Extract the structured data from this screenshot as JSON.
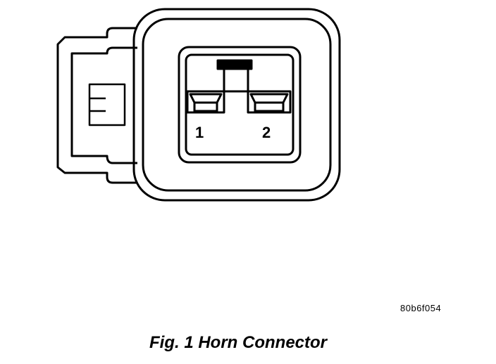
{
  "diagram": {
    "pins": [
      {
        "label": "1"
      },
      {
        "label": "2"
      }
    ],
    "code": "80b6f054",
    "caption": "Fig. 1 Horn Connector",
    "line_color": "#000000",
    "background": "#ffffff"
  }
}
